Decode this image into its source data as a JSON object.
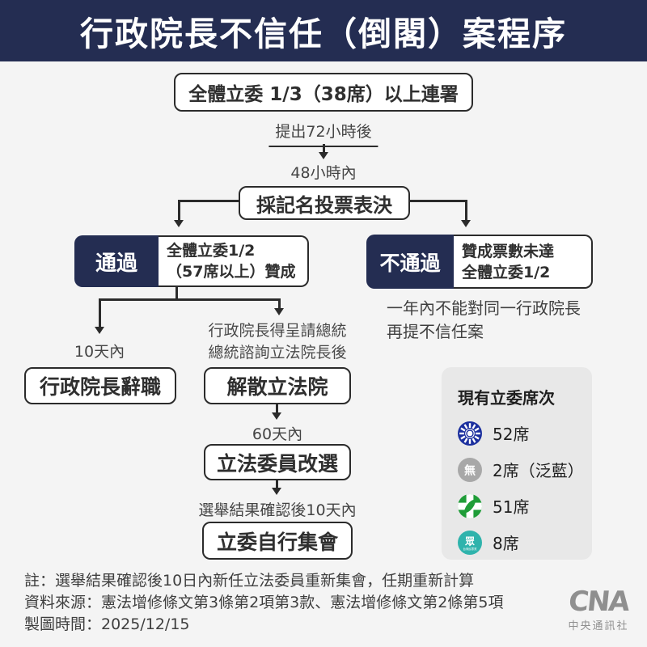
{
  "colors": {
    "navy": "#242d52",
    "background": "#f4f4f4",
    "line": "#2b2b2b",
    "panel_gray": "#e8e8e8",
    "kmt_blue": "#1b2f9e",
    "dpp_green": "#1f9d38",
    "tpp_teal": "#2fb3ac",
    "independent_gray": "#a8a8a8",
    "logo_gray": "#8f8f8f"
  },
  "header": {
    "title": "行政院長不信任（倒閣）案程序"
  },
  "flow": {
    "start_box": "全體立委 1/3（38席）以上連署",
    "label_72h": "提出72小時後",
    "label_48h": "48小時內",
    "vote_box": "採記名投票表決",
    "pass": {
      "badge": "通過",
      "line1": "全體立委1/2",
      "line2": "（57席以上）贊成"
    },
    "fail": {
      "badge": "不通過",
      "line1": "贊成票數未達",
      "line2": "全體立委1/2"
    },
    "fail_note_line1": "一年內不能對同一行政院長",
    "fail_note_line2": "再提不信任案",
    "label_10d": "10天內",
    "resign_box": "行政院長辭職",
    "dissolve_note_line1": "行政院長得呈請總統",
    "dissolve_note_line2": "總統諮詢立法院長後",
    "dissolve_box": "解散立法院",
    "label_60d": "60天內",
    "reelect_box": "立法委員改選",
    "label_after": "選舉結果確認後10天內",
    "assemble_box": "立委自行集會"
  },
  "seats_panel": {
    "title": "現有立委席次",
    "items": [
      {
        "icon": "kmt-party-icon",
        "label": "52席"
      },
      {
        "icon": "independent-party-icon",
        "glyph": "無",
        "label": "2席（泛藍）"
      },
      {
        "icon": "dpp-party-icon",
        "label": "51席"
      },
      {
        "icon": "tpp-party-icon",
        "glyph": "眾",
        "sub": "台灣民眾黨",
        "label": "8席"
      }
    ]
  },
  "footer": {
    "note": "註：選舉結果確認後10日內新任立法委員重新集會，任期重新計算",
    "source": "資料來源：憲法增修條文第3條第2項第3款、憲法增修條文第2條第5項",
    "time": "製圖時間：2025/12/15",
    "logo_text": "CNA",
    "logo_subtitle": "中央通訊社"
  }
}
